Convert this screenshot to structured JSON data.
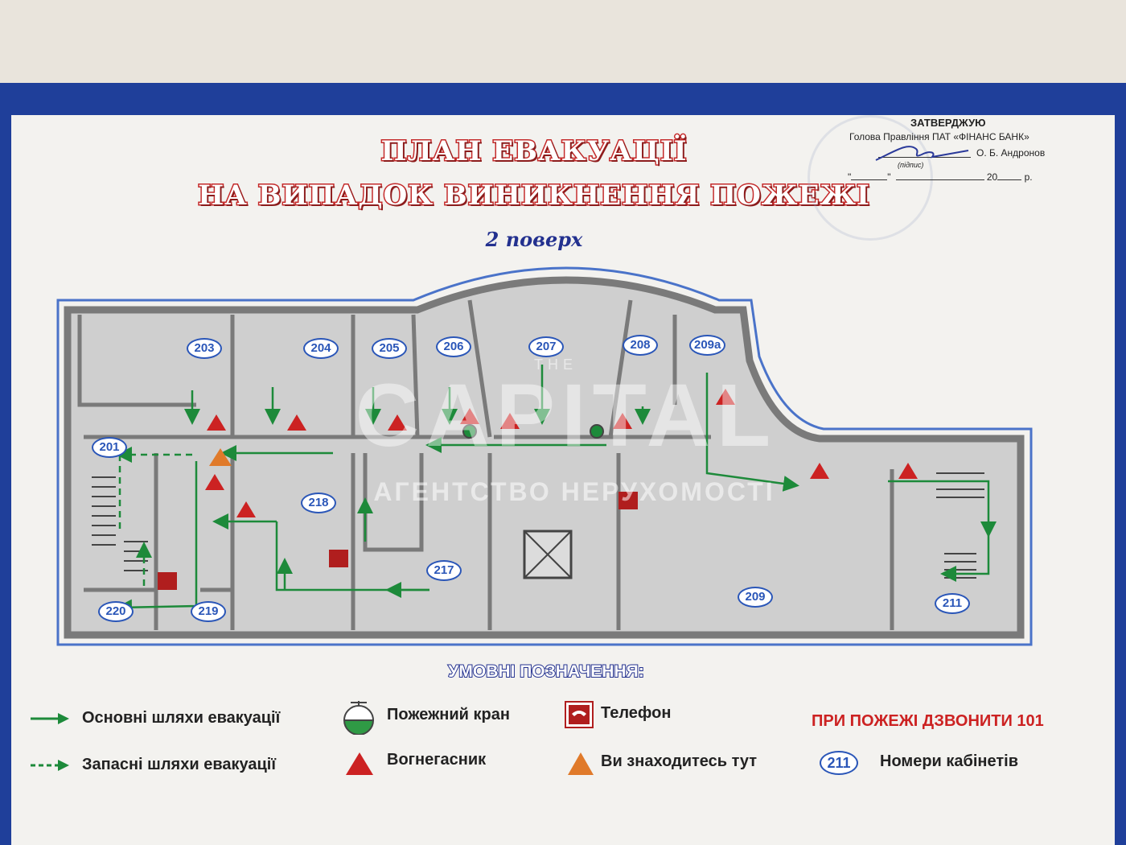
{
  "header": {
    "title_line1": "ПЛАН ЕВАКУАЦІЇ",
    "title_line2": "НА ВИПАДОК ВИНИКНЕННЯ ПОЖЕЖІ",
    "floor": "2 поверх"
  },
  "approval": {
    "approved": "ЗАТВЕРДЖУЮ",
    "position": "Голова Правління ПАТ «ФІНАНС БАНК»",
    "name": "О. Б. Андронов",
    "signature_hint": "(підпис)",
    "date_open_quote": "\"",
    "date_close_quote": "\"",
    "date_year_prefix": "20",
    "date_suffix": "р."
  },
  "rooms": [
    "203",
    "204",
    "205",
    "206",
    "207",
    "208",
    "209а",
    "201",
    "218",
    "217",
    "220",
    "219",
    "209",
    "211"
  ],
  "watermark": {
    "the": "THE",
    "brand": "CAPITAL",
    "sub": "АГЕНТСТВО НЕРУХОМОСТІ"
  },
  "legend": {
    "title": "УМОВНІ ПОЗНАЧЕННЯ:",
    "main_routes": "Основні шляхи евакуації",
    "reserve_routes": "Запасні шляхи евакуації",
    "fire_hydrant": "Пожежний кран",
    "extinguisher": "Вогнегасник",
    "phone": "Телефон",
    "you_are_here": "Ви знаходитесь тут",
    "room_numbers": "Номери кабінетів",
    "room_sample": "211"
  },
  "emergency": "ПРИ ПОЖЕЖІ ДЗВОНИТИ 101",
  "colors": {
    "frame": "#1f3f9a",
    "route": "#1d8a3a",
    "extinguisher": "#cc2222",
    "you_are_here": "#e07a2a",
    "wall": "#7a7a7a",
    "room_badge": "#2a56b8"
  }
}
